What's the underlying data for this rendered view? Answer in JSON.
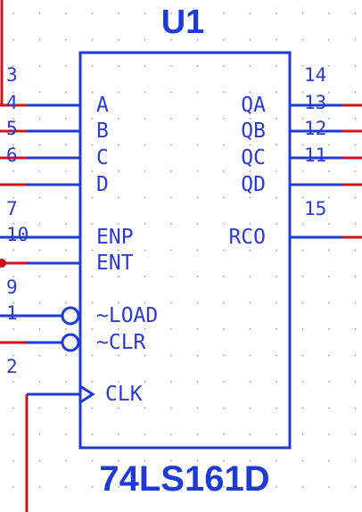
{
  "component": {
    "designator": "U1",
    "part": "74LS161D"
  },
  "colors": {
    "body": "#1f3bd6",
    "text": "#2b3bd1",
    "wire": "#c8161d",
    "grid": "#9a9a9a"
  },
  "pins_left": [
    {
      "number": "3",
      "label": "A",
      "type": "line"
    },
    {
      "number": "4",
      "label": "B",
      "type": "line"
    },
    {
      "number": "5",
      "label": "C",
      "type": "line"
    },
    {
      "number": "6",
      "label": "D",
      "type": "line"
    },
    {
      "number": "7",
      "label": "ENP",
      "type": "line"
    },
    {
      "number": "10",
      "label": "ENT",
      "type": "line"
    },
    {
      "number": "9",
      "label": "~LOAD",
      "type": "inverted"
    },
    {
      "number": "1",
      "label": "~CLR",
      "type": "inverted"
    },
    {
      "number": "2",
      "label": "CLK",
      "type": "clock"
    }
  ],
  "pins_right": [
    {
      "number": "14",
      "label": "QA"
    },
    {
      "number": "13",
      "label": "QB"
    },
    {
      "number": "12",
      "label": "QC"
    },
    {
      "number": "11",
      "label": "QD"
    },
    {
      "number": "15",
      "label": "RCO"
    }
  ]
}
